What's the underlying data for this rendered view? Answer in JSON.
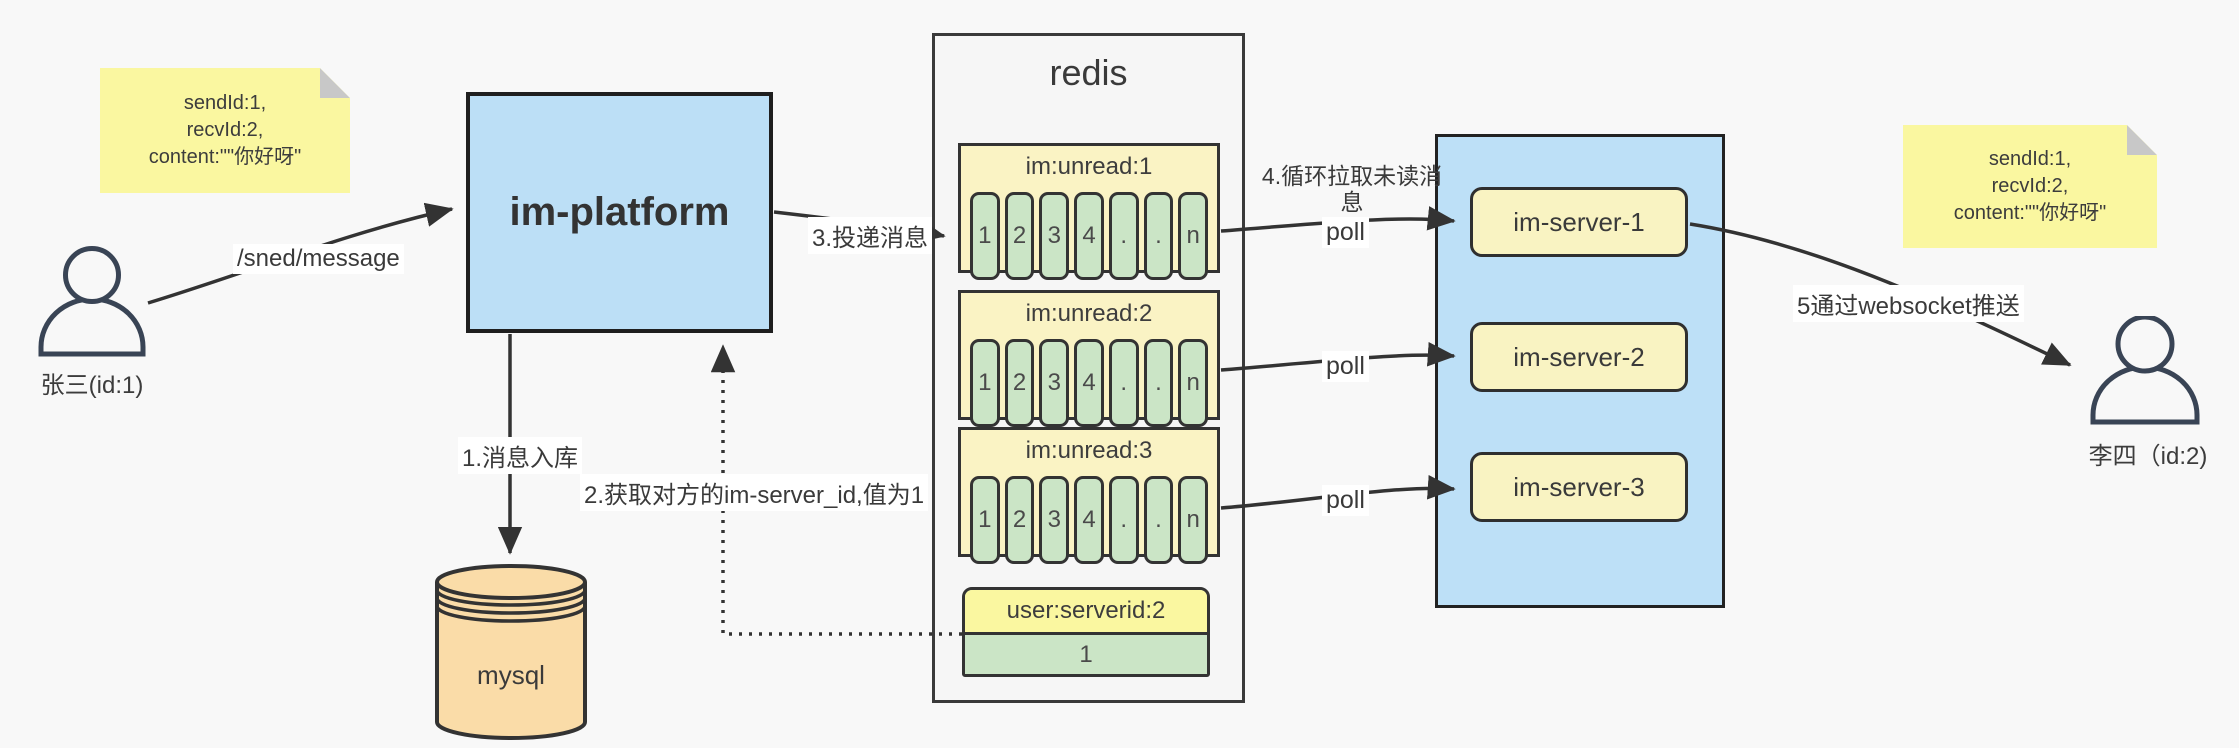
{
  "colors": {
    "canvas_bg": "#f8f8f8",
    "platform_fill": "#bcdff6",
    "container_fill": "#bde0f7",
    "note_fill": "#faf7a0",
    "note_fold": "#c8c8c8",
    "list_fill": "#faf3c4",
    "cell_fill": "#cbe5c6",
    "server_fill": "#f9f3c2",
    "mysql_fill": "#fadca8",
    "redis_fill": "#f6f6f6",
    "line_color": "#333333"
  },
  "sender": {
    "label": "张三(id:1)"
  },
  "receiver": {
    "label": "李四（id:2)"
  },
  "note_left": {
    "line1": "sendId:1,",
    "line2": "recvId:2,",
    "line3": "content:\"\"你好呀\""
  },
  "note_right": {
    "line1": "sendId:1,",
    "line2": "recvId:2,",
    "line3": "content:\"\"你好呀\""
  },
  "platform": {
    "label": "im-platform"
  },
  "mysql": {
    "label": "mysql"
  },
  "redis": {
    "title": "redis",
    "lists": [
      {
        "header": "im:unread:1",
        "cells": [
          "1",
          "2",
          "3",
          "4",
          ".",
          ".",
          "n"
        ]
      },
      {
        "header": "im:unread:2",
        "cells": [
          "1",
          "2",
          "3",
          "4",
          ".",
          ".",
          "n"
        ]
      },
      {
        "header": "im:unread:3",
        "cells": [
          "1",
          "2",
          "3",
          "4",
          ".",
          ".",
          "n"
        ]
      }
    ],
    "kv": {
      "header": "user:serverid:2",
      "value": "1"
    }
  },
  "servers": [
    {
      "label": "im-server-1"
    },
    {
      "label": "im-server-2"
    },
    {
      "label": "im-server-3"
    }
  ],
  "edges": {
    "send_label": "/sned/message",
    "step1_label": "1.消息入库",
    "step2_label": "2.获取对方的im-server_id,值为1",
    "step3_label": "3.投递消息",
    "step4_label": "4.循环拉取未读消息",
    "step5_label": "5通过websocket推送",
    "poll_label": "poll"
  }
}
